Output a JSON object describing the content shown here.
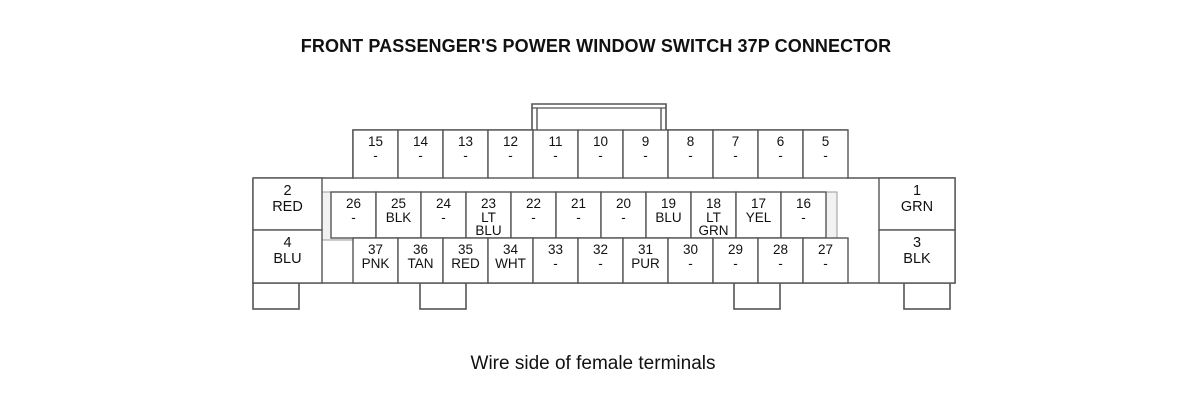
{
  "title": "FRONT PASSENGER'S POWER WINDOW SWITCH 37P CONNECTOR",
  "caption": "Wire side of female terminals",
  "pins": [
    {
      "num": "15",
      "color": "-"
    },
    {
      "num": "14",
      "color": "-"
    },
    {
      "num": "13",
      "color": "-"
    },
    {
      "num": "12",
      "color": "-"
    },
    {
      "num": "11",
      "color": "-"
    },
    {
      "num": "10",
      "color": "-"
    },
    {
      "num": "9",
      "color": "-"
    },
    {
      "num": "8",
      "color": "-"
    },
    {
      "num": "7",
      "color": "-"
    },
    {
      "num": "6",
      "color": "-"
    },
    {
      "num": "5",
      "color": "-"
    },
    {
      "num": "26",
      "color": "-"
    },
    {
      "num": "25",
      "color": "BLK"
    },
    {
      "num": "24",
      "color": "-"
    },
    {
      "num": "23",
      "color": "LT BLU"
    },
    {
      "num": "22",
      "color": "-"
    },
    {
      "num": "21",
      "color": "-"
    },
    {
      "num": "20",
      "color": "-"
    },
    {
      "num": "19",
      "color": "BLU"
    },
    {
      "num": "18",
      "color": "LT GRN"
    },
    {
      "num": "17",
      "color": "YEL"
    },
    {
      "num": "16",
      "color": "-"
    },
    {
      "num": "37",
      "color": "PNK"
    },
    {
      "num": "36",
      "color": "TAN"
    },
    {
      "num": "35",
      "color": "RED"
    },
    {
      "num": "34",
      "color": "WHT"
    },
    {
      "num": "33",
      "color": "-"
    },
    {
      "num": "32",
      "color": "-"
    },
    {
      "num": "31",
      "color": "PUR"
    },
    {
      "num": "30",
      "color": "-"
    },
    {
      "num": "29",
      "color": "-"
    },
    {
      "num": "28",
      "color": "-"
    },
    {
      "num": "27",
      "color": "-"
    },
    {
      "num": "2",
      "color": "RED"
    },
    {
      "num": "4",
      "color": "BLU"
    },
    {
      "num": "1",
      "color": "GRN"
    },
    {
      "num": "3",
      "color": "BLK"
    }
  ]
}
